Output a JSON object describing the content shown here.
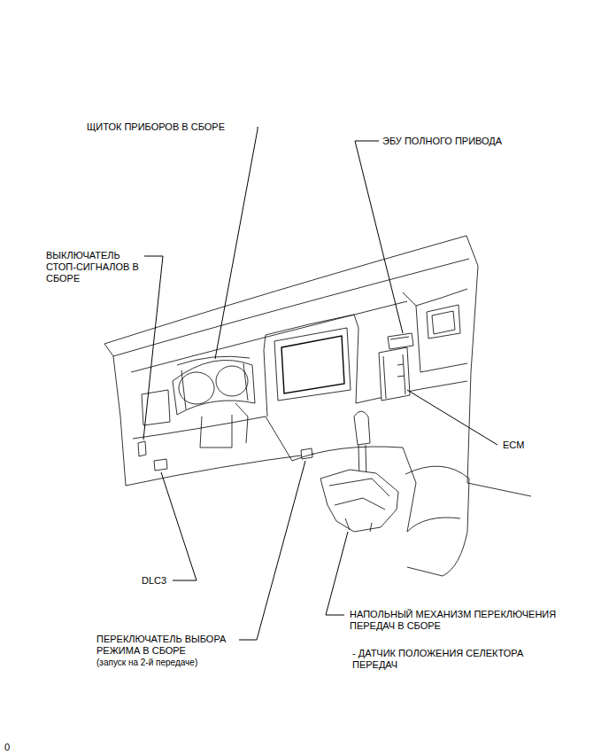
{
  "diagram": {
    "labels": [
      "ЩИТОК ПРИБОРОВ В СБОРЕ",
      "ЭБУ ПОЛНОГО ПРИВОДА",
      "ВЫКЛЮЧАТЕЛЬ СТОП-СИГНАЛОВ В СБОРЕ",
      "ECM",
      "DLC3",
      "ПЕРЕКЛЮЧАТЕЛЬ ВЫБОРА РЕЖИМА В СБОРЕ",
      "(запуск на 2-й передаче)",
      "НАПОЛЬНЫЙ МЕХАНИЗМ ПЕРЕКЛЮЧЕНИЯ ПЕРЕДАЧ В СБОРЕ",
      "- ДАТЧИК ПОЛОЖЕНИЯ СЕЛЕКТОРА ПЕРЕДАЧ",
      "0"
    ]
  }
}
